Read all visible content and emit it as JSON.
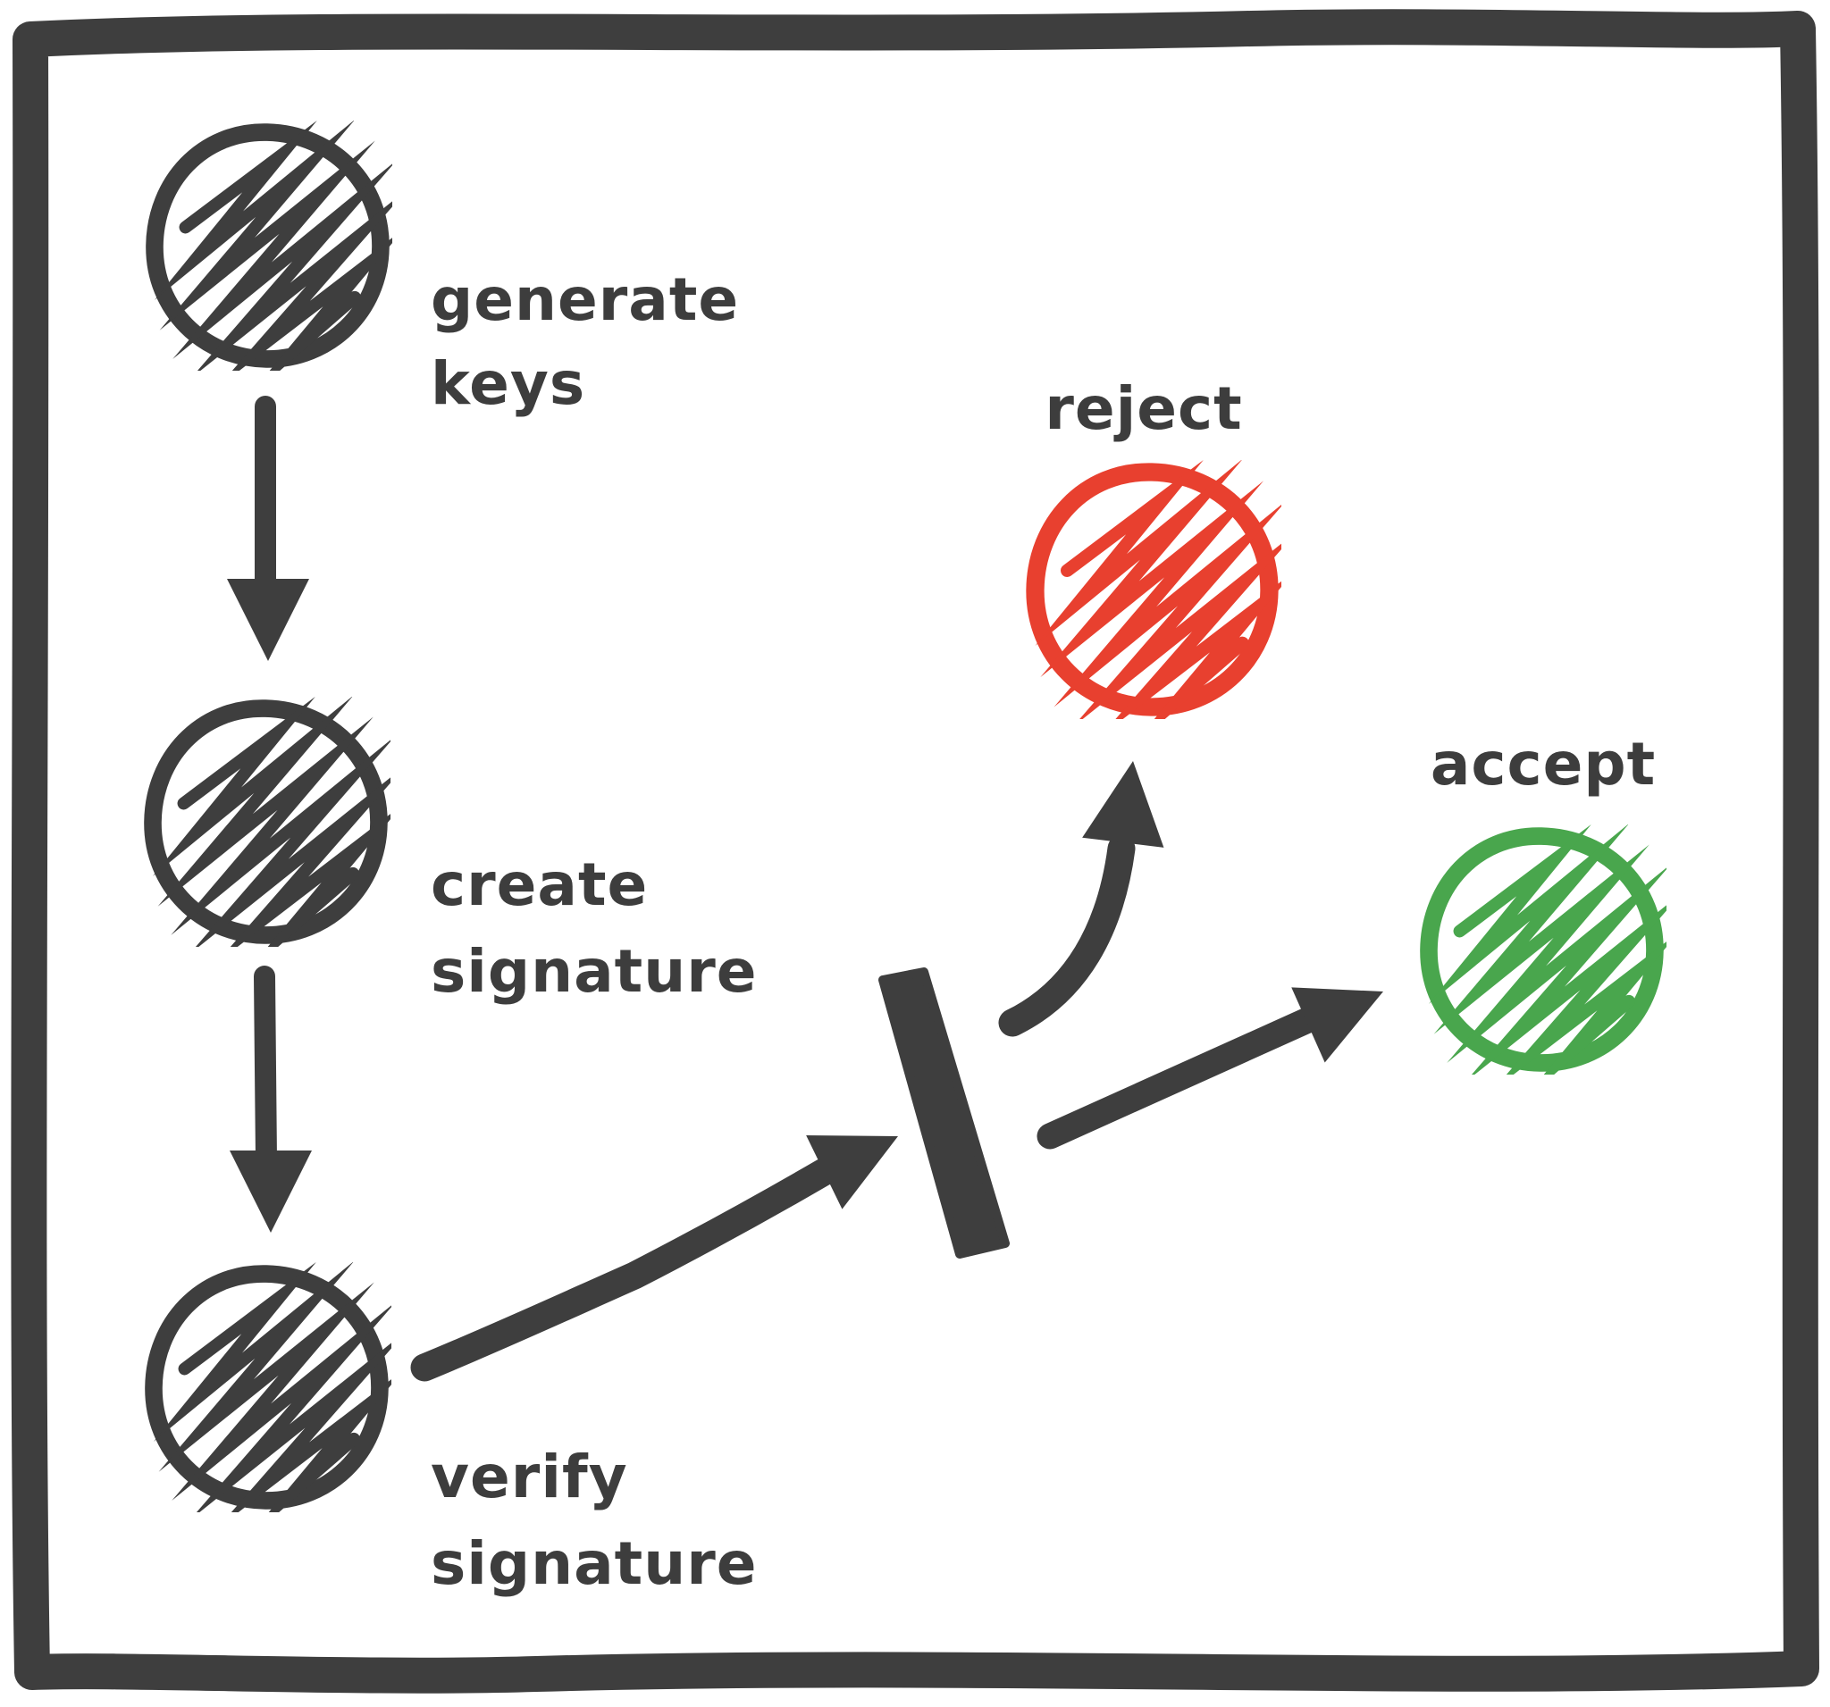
{
  "diagram": {
    "type": "hand-drawn flowchart",
    "background": "#ffffff",
    "colors": {
      "ink": "#3e3e3e",
      "reject": "#e8402f",
      "accept": "#49a64d"
    },
    "nodes": {
      "generate_keys": {
        "lines": [
          "generate",
          "keys"
        ],
        "color": "ink"
      },
      "create_signature": {
        "lines": [
          "create",
          "signature"
        ],
        "color": "ink"
      },
      "verify_signature": {
        "lines": [
          "verify",
          "signature"
        ],
        "color": "ink"
      },
      "reject": {
        "lines": [
          "reject"
        ],
        "color": "reject"
      },
      "accept": {
        "lines": [
          "accept"
        ],
        "color": "accept"
      }
    },
    "edges": [
      {
        "from": "generate_keys",
        "to": "create_signature"
      },
      {
        "from": "create_signature",
        "to": "verify_signature"
      },
      {
        "from": "verify_signature",
        "to": "decision-gate"
      },
      {
        "from": "decision-gate",
        "to": "reject"
      },
      {
        "from": "decision-gate",
        "to": "accept"
      }
    ]
  }
}
